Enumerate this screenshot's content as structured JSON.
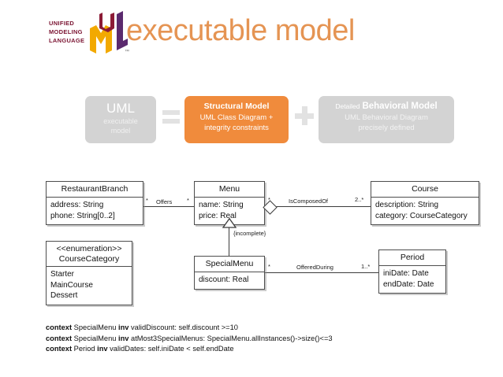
{
  "header": {
    "title": "executable model",
    "title_color": "#e59453",
    "logo": {
      "line1": "UNIFIED",
      "line2": "MODELING",
      "line3": "LANGUAGE",
      "trademark": "™",
      "icon": "uml-logo-icon"
    }
  },
  "formula": {
    "uml_box": {
      "line1": "UML",
      "line2": "executable",
      "line3": "model",
      "color": "#d3d3d3"
    },
    "equals_operator": "=",
    "structural_box": {
      "line1": "Structural Model",
      "line2": "UML Class Diagram +",
      "line3": "integrity constraints",
      "color": "#f08b3c"
    },
    "plus_operator": "+",
    "behavioral_box": {
      "line1_prefix": "Detailed",
      "line1_strong": "Behavioral Model",
      "line2": "UML Behavioral Diagram",
      "line3": "precisely defined",
      "color": "#d3d3d3"
    }
  },
  "diagram": {
    "classes": {
      "restaurant_branch": {
        "name": "RestaurantBranch",
        "attributes": [
          "address: String",
          "phone: String[0..2]"
        ]
      },
      "menu": {
        "name": "Menu",
        "attributes": [
          "name: String",
          "price: Real"
        ]
      },
      "course": {
        "name": "Course",
        "attributes": [
          "description: String",
          "category: CourseCategory"
        ]
      },
      "course_category": {
        "stereotype": "<<enumeration>>",
        "name": "CourseCategory",
        "literals": [
          "Starter",
          "MainCourse",
          "Dessert"
        ]
      },
      "special_menu": {
        "name": "SpecialMenu",
        "attributes": [
          "discount: Real"
        ]
      },
      "period": {
        "name": "Period",
        "attributes": [
          "iniDate: Date",
          "endDate: Date"
        ]
      }
    },
    "associations": {
      "offers": {
        "label": "Offers",
        "source_mult": "*",
        "target_mult": "*"
      },
      "is_composed_of": {
        "label": "IsComposedOf",
        "source_mult": "*",
        "target_mult": "2..*"
      },
      "offered_during": {
        "label": "OfferedDuring",
        "source_mult": "*",
        "target_mult": "1..*"
      },
      "generalization": {
        "constraint": "{incomplete}"
      }
    }
  },
  "ocl": {
    "keyword_context": "context",
    "keyword_inv": "inv",
    "constraints": [
      {
        "context": "SpecialMenu",
        "body": "validDiscount: self.discount >=10"
      },
      {
        "context": "SpecialMenu",
        "body": "atMost3SpecialMenus: SpecialMenu.allInstances()->size()<=3"
      },
      {
        "context": "Period",
        "body": "validDates: self.iniDate < self.endDate"
      }
    ]
  }
}
